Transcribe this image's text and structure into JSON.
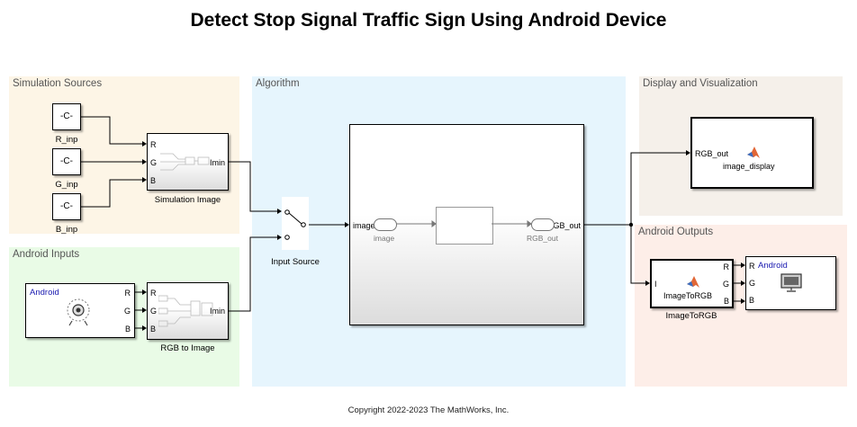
{
  "title": "Detect Stop Signal Traffic Sign Using Android Device",
  "areas": {
    "sim_sources": "Simulation Sources",
    "android_inputs": "Android Inputs",
    "algorithm": "Algorithm",
    "display": "Display and Visualization",
    "android_outputs": "Android Outputs"
  },
  "constants": [
    {
      "text": "-C-",
      "label": "R_inp"
    },
    {
      "text": "-C-",
      "label": "G_inp"
    },
    {
      "text": "-C-",
      "label": "B_inp"
    }
  ],
  "sim_image": {
    "label": "Simulation Image",
    "in_r": "R",
    "in_g": "G",
    "in_b": "B",
    "out": "Imin"
  },
  "android_camera": {
    "brand": "Android",
    "out_r": "R",
    "out_g": "G",
    "out_b": "B"
  },
  "rgb_to_image": {
    "label": "RGB to Image",
    "in_r": "R",
    "in_g": "G",
    "in_b": "B",
    "out": "Imin"
  },
  "input_source": {
    "label": "Input Source"
  },
  "algorithm_block": {
    "in_port": "image",
    "out_port": "RGB_out",
    "in_tag": "image",
    "out_tag": "RGB_out"
  },
  "image_display": {
    "in_port": "RGB_out",
    "label": "image_display"
  },
  "image_to_rgb": {
    "in_port": "I",
    "label": "ImageToRGB",
    "caption": "ImageToRGB",
    "out_r": "R",
    "out_g": "G",
    "out_b": "B"
  },
  "android_display": {
    "brand": "Android",
    "in_r": "R",
    "in_g": "G",
    "in_b": "B"
  },
  "copyright": "Copyright 2022-2023 The MathWorks, Inc."
}
